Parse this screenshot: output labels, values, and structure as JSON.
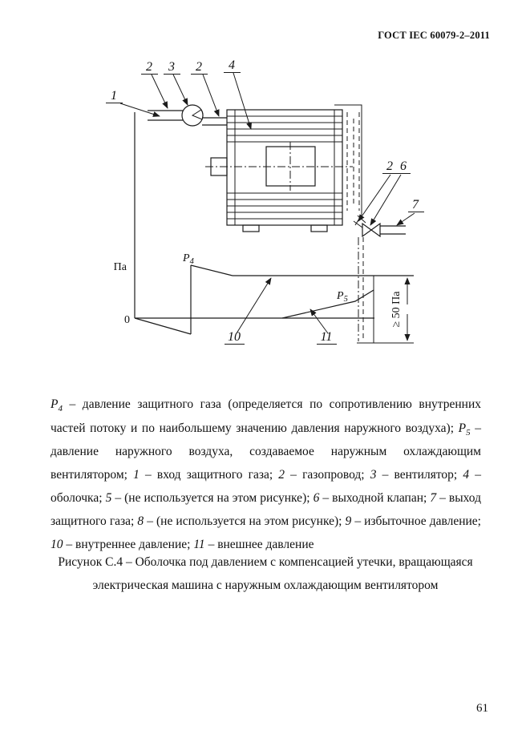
{
  "header": {
    "title": "ГОСТ IEC 60079-2–2011"
  },
  "figure": {
    "callouts": {
      "c1": "1",
      "c2a": "2",
      "c3": "3",
      "c2b": "2",
      "c4": "4",
      "c2c": "2",
      "c6": "6",
      "c7": "7",
      "c10": "10",
      "c11": "11"
    },
    "graph": {
      "y_axis_label": "Па",
      "origin_label": "0",
      "p4_main": "P",
      "p4_sub": "4",
      "p5_main": "P",
      "p5_sub": "5",
      "dimension_label": "≥ 50 Па"
    }
  },
  "legend": {
    "dash": "–",
    "separator": "; ",
    "items": [
      {
        "term": "P",
        "sub": "4",
        "text": "давление защитного газа (определяется по сопротивлению внутренних частей потоку и по наибольшему значению давления наружного воздуха)"
      },
      {
        "term": "P",
        "sub": "5",
        "text": "давление наружного воздуха, создаваемое наружным охлаждающим вентилятором"
      },
      {
        "term": "1",
        "text": "вход защитного газа"
      },
      {
        "term": "2",
        "text": "газопровод"
      },
      {
        "term": "3",
        "text": "вентилятор"
      },
      {
        "term": "4",
        "text": "оболочка"
      },
      {
        "term": "5",
        "text": "(не используется на этом рисунке)"
      },
      {
        "term": "6",
        "text": "выходной клапан"
      },
      {
        "term": "7",
        "text": "выход защитного газа"
      },
      {
        "term": "8",
        "text": "(не используется на этом рисунке)"
      },
      {
        "term": "9",
        "text": "избыточное давление"
      },
      {
        "term": "10",
        "text": "внутреннее давление"
      },
      {
        "term": "11",
        "text": "внешнее давление"
      }
    ]
  },
  "caption": {
    "text": "Рисунок С.4 – Оболочка под давлением с компенсацией утечки, вращающаяся электрическая машина с наружным охлаждающим вентилятором"
  },
  "footer": {
    "page_number": "61"
  }
}
